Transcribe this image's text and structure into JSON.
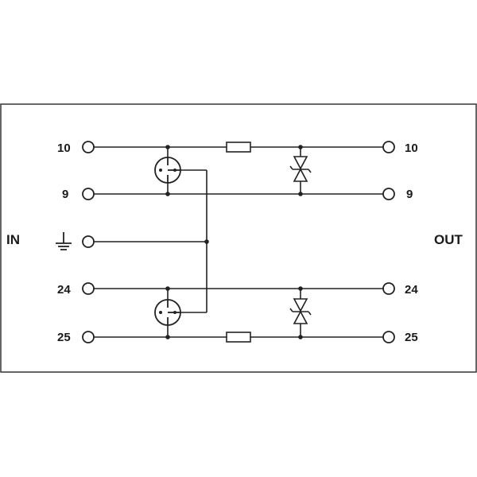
{
  "diagram": {
    "side_labels": {
      "in": "IN",
      "out": "OUT"
    },
    "pins": {
      "in_top": "10",
      "in_second": "9",
      "in_fourth": "24",
      "in_bottom": "25",
      "out_top": "10",
      "out_second": "9",
      "out_fourth": "24",
      "out_bottom": "25"
    },
    "ground_symbol": "ground",
    "components": [
      "gas-discharge-tube",
      "resistor",
      "tvs-diode"
    ]
  }
}
